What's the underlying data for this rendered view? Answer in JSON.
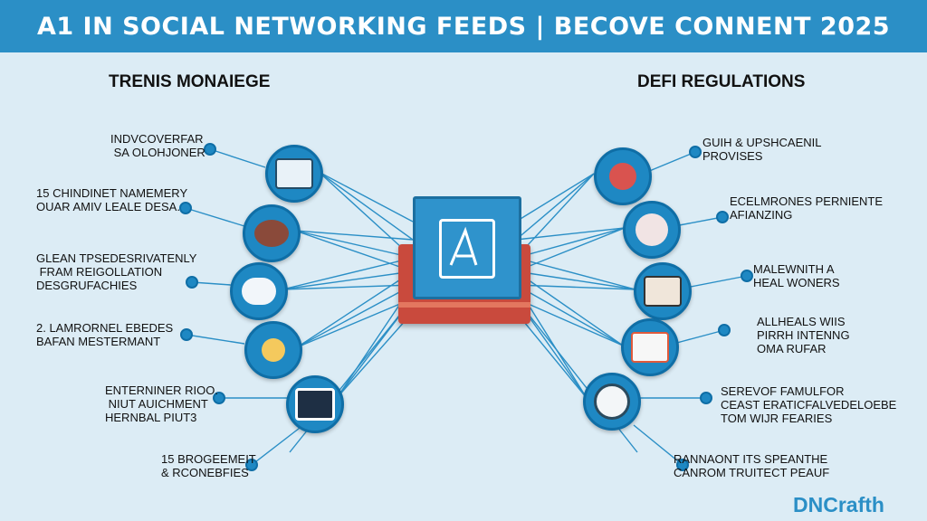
{
  "banner": {
    "title": "A1 IN SOCIAL NETWORKING FEEDS | BECOVE  CONNENT 2025"
  },
  "columns": {
    "left_heading": "TRENIS MONAIEGE",
    "right_heading": "DEFI REGULATIONS"
  },
  "left_items": [
    {
      "label": "INDVCOVERFAR\n SA OLOHJONER",
      "icon": "monitor-icon"
    },
    {
      "label": "15 CHINDINET NAMEMERY\nOUAR AMIV LEALE DESA.",
      "icon": "social-people-icon"
    },
    {
      "label": "GLEAN TPSEDESRIVATENLY\n FRAM REIGOLLATION\nDESGRUFACHIES",
      "icon": "cloud-icon"
    },
    {
      "label": "2. LAMRORNEL EBEDES\nBAFAN MESTERMANT",
      "icon": "person-icon"
    },
    {
      "label": "ENTERNINER RIOO.\n NIUT AUICHMENT\nHERNBAL PIUT3",
      "icon": "tablet-icon"
    },
    {
      "label": "15 BROGEEMEIT\n& RCONEBFIES",
      "icon": "dot-icon"
    }
  ],
  "right_items": [
    {
      "label": "GUIH & UPSHCAENIL\nPROVISES",
      "icon": "hand-person-icon"
    },
    {
      "label": "ECELMRONES PERNIENTE\nAFIANZING",
      "icon": "network-sphere-icon"
    },
    {
      "label": "MALEWNITH A\nHEAL WONERS",
      "icon": "gears-icon"
    },
    {
      "label": "ALLHEALS WIIS\nPIRRH INTENNG\nOMA RUFAR",
      "icon": "document-screen-icon"
    },
    {
      "label": "SEREVOF FAMULFOR\nCEAST ERATICFALVEDELOEBE\nTOM WIJR FEARIES",
      "icon": "clock-icon"
    },
    {
      "label": "RANNAONT ITS SPEANTHE\nCANROM TRUITECT PEAUF",
      "icon": "dot-icon"
    }
  ],
  "brand": {
    "logo_text": "DNCrafth"
  },
  "colors": {
    "banner": "#2b8fc6",
    "background": "#dcecf5",
    "node": "#1e88c3",
    "line": "#2b8fc6",
    "center_base": "#c94a3d"
  }
}
